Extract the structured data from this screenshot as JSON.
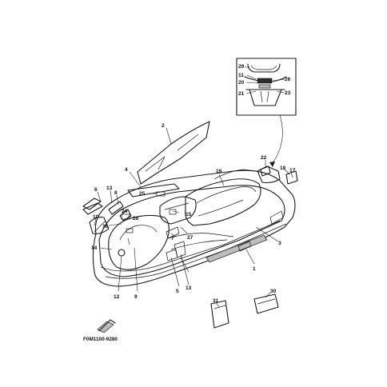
{
  "diagram": {
    "code": "F0M1100-9280",
    "labels": {
      "p1": "1",
      "p2": "2",
      "p3": "3",
      "p4": "4",
      "p5": "5",
      "p6": "6",
      "p7": "7",
      "p8": "8",
      "p9": "9",
      "p10": "10",
      "p11": "11",
      "p12": "12",
      "p13a": "13",
      "p13b": "13",
      "p14": "14",
      "p15": "15",
      "p16": "16",
      "p17": "17",
      "p18": "18",
      "p19": "19",
      "p20": "20",
      "p21": "21",
      "p22": "22",
      "p23": "23",
      "p24": "24",
      "p25": "25",
      "p26": "26",
      "p27": "27",
      "p28": "28",
      "p29": "29",
      "p30": "30",
      "p31": "31"
    }
  }
}
